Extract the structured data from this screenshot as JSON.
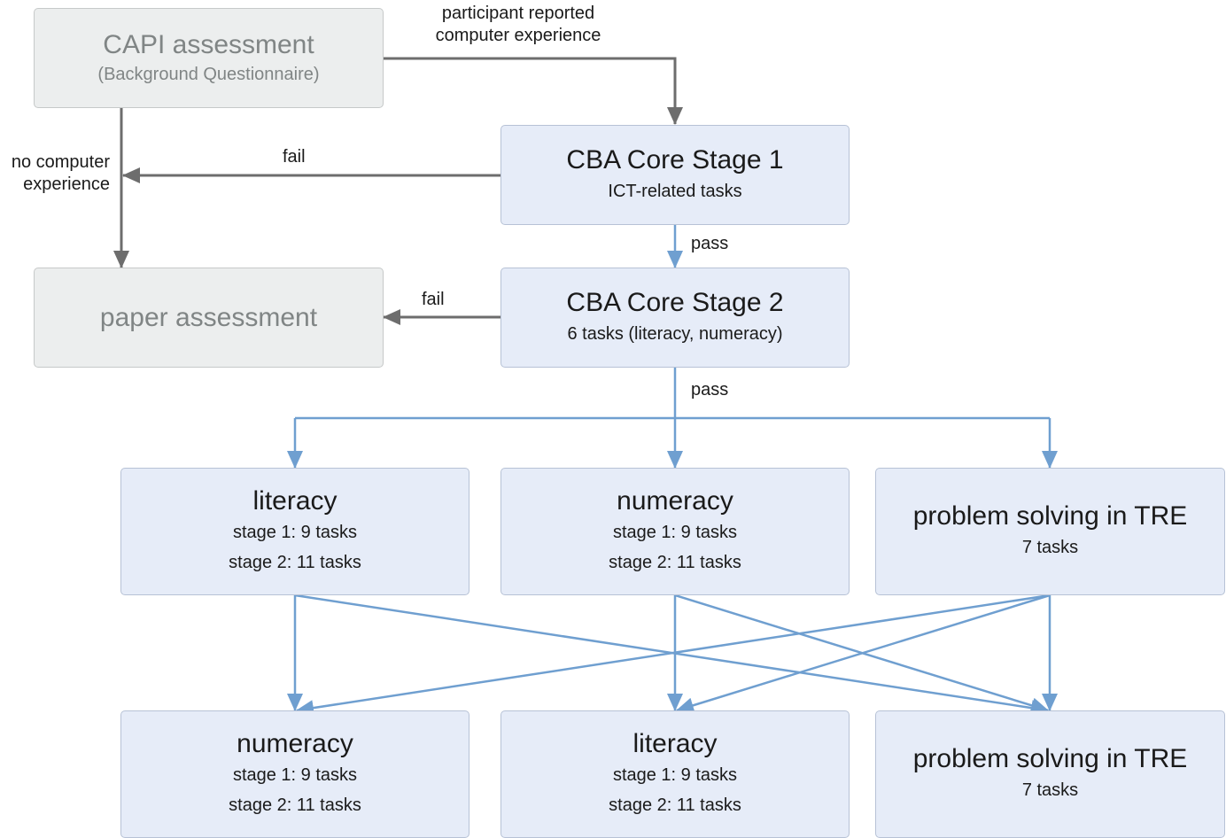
{
  "nodes": {
    "capi": {
      "title": "CAPI assessment",
      "subtitle": "(Background Questionnaire)"
    },
    "paper": {
      "title": "paper assessment"
    },
    "core1": {
      "title": "CBA Core Stage 1",
      "subtitle": "ICT-related tasks"
    },
    "core2": {
      "title": "CBA Core Stage 2",
      "subtitle": "6 tasks (literacy, numeracy)"
    },
    "lit1": {
      "title": "literacy",
      "line1": "stage 1: 9 tasks",
      "line2": "stage 2: 11 tasks"
    },
    "num1": {
      "title": "numeracy",
      "line1": "stage 1: 9 tasks",
      "line2": "stage 2: 11 tasks"
    },
    "ps1": {
      "title": "problem solving in TRE",
      "line1": "7 tasks"
    },
    "num2": {
      "title": "numeracy",
      "line1": "stage 1: 9 tasks",
      "line2": "stage 2: 11 tasks"
    },
    "lit2": {
      "title": "literacy",
      "line1": "stage 1: 9 tasks",
      "line2": "stage 2: 11 tasks"
    },
    "ps2": {
      "title": "problem solving in TRE",
      "line1": "7 tasks"
    }
  },
  "edge_labels": {
    "reported_line1": "participant reported",
    "reported_line2": "computer experience",
    "no_exp_line1": "no computer",
    "no_exp_line2": "experience",
    "fail_core1": "fail",
    "fail_core2": "fail",
    "pass_core1": "pass",
    "pass_core2": "pass"
  },
  "colors": {
    "grey_arrow": "#6d6d6d",
    "blue_arrow": "#6f9fd0",
    "grey_box": "#eceeee",
    "blue_box": "#e6ecf8"
  }
}
